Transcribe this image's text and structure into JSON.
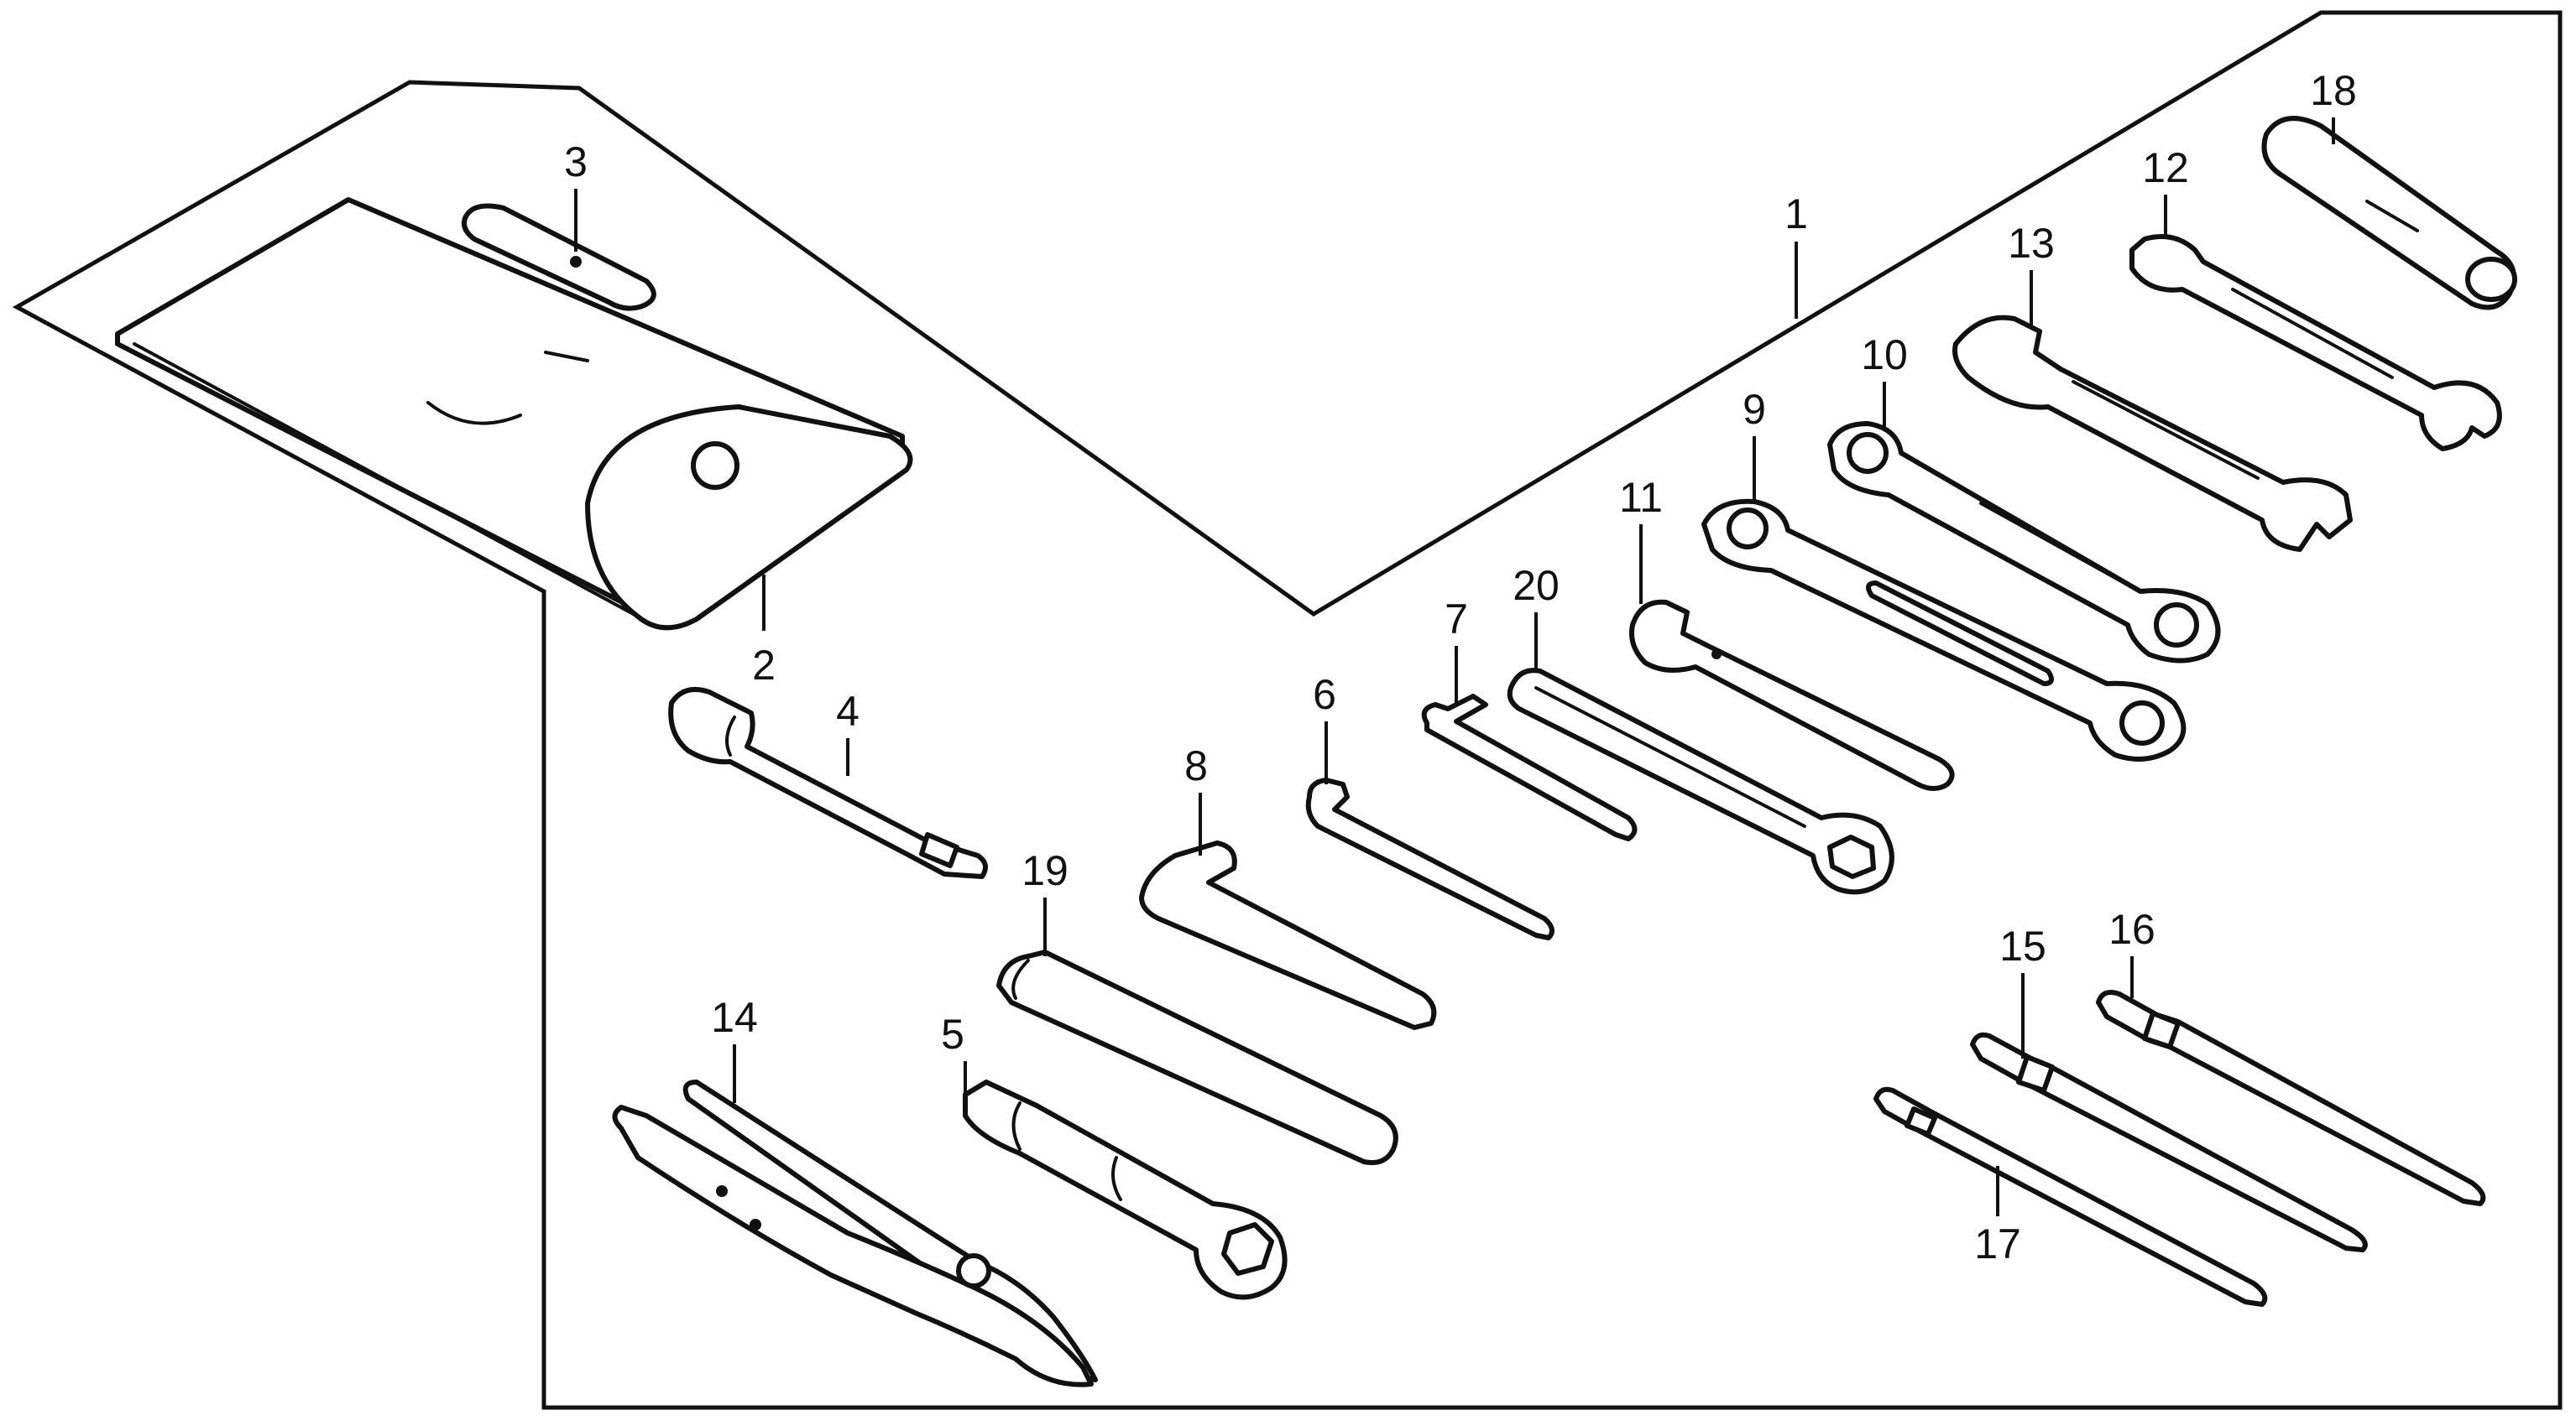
{
  "callouts": {
    "p1": "1",
    "p2": "2",
    "p3": "3",
    "p4": "4",
    "p5": "5",
    "p6": "6",
    "p7": "7",
    "p8": "8",
    "p9": "9",
    "p10": "10",
    "p11": "11",
    "p12": "12",
    "p13": "13",
    "p14": "14",
    "p15": "15",
    "p16": "16",
    "p17": "17",
    "p18": "18",
    "p19": "19",
    "p20": "20"
  },
  "colors": {
    "ink": "#111111",
    "paper": "#ffffff"
  }
}
